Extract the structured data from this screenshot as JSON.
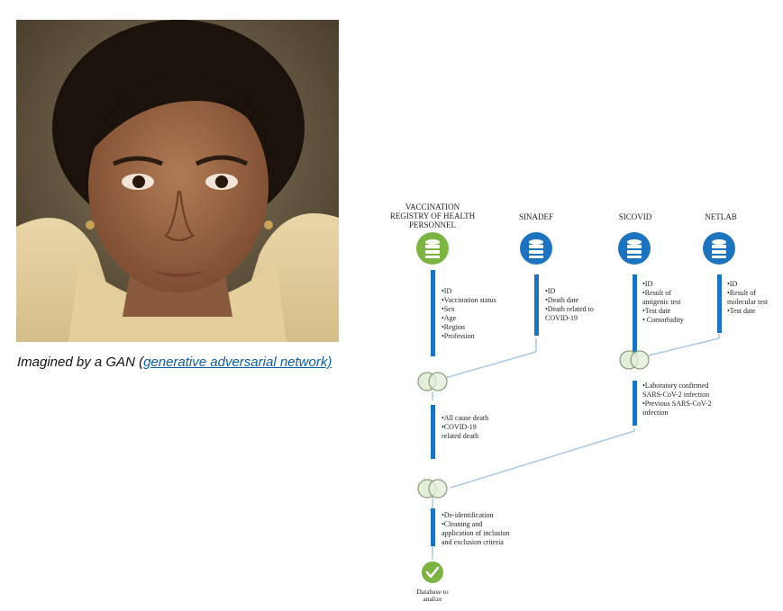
{
  "photo": {
    "alt": "Portrait of a woman wearing a cream scarf"
  },
  "caption": {
    "prefix": "Imagined by a GAN (",
    "link_text": "generative adversarial network)"
  },
  "diagram": {
    "sources": [
      {
        "title_lines": [
          "VACCINATION",
          "REGISTRY OF HEALTH",
          "PERSONNEL"
        ],
        "icon": "database-icon",
        "color": "#7cb342",
        "fields": [
          "•ID",
          "•Vaccination status",
          "•Sex",
          "•Age",
          "•Region",
          "•Profession"
        ]
      },
      {
        "title_lines": [
          "SINADEF"
        ],
        "icon": "database-icon",
        "color": "#1e73be",
        "fields": [
          "•ID",
          "•Death date",
          "•Death related to",
          "COVID-19"
        ]
      },
      {
        "title_lines": [
          "SICOVID"
        ],
        "icon": "database-icon",
        "color": "#1e73be",
        "fields": [
          "•ID",
          "•Result of",
          "antigenic test",
          "•Test date",
          "• Comorbidity"
        ]
      },
      {
        "title_lines": [
          "NETLAB"
        ],
        "icon": "database-icon",
        "color": "#1e73be",
        "fields": [
          "•ID",
          "•Result of",
          "molecular test",
          "•Test date"
        ]
      }
    ],
    "merge_labs_fields": [
      "•Laboratory confirmed",
      "SARS-CoV-2  infection",
      "•Previous SARS-CoV-2",
      "infection"
    ],
    "merge_one_fields": [
      "•All cause death",
      "•COVID-19",
      "related death"
    ],
    "final_fields": [
      "•De-identification",
      "•Cleaning and",
      "application of inclusion",
      "and exclusion criteria"
    ],
    "output_lines": [
      "Database to",
      "analize"
    ],
    "colors": {
      "green": "#7cb342",
      "blue": "#1e73be",
      "line": "#a9c8e4",
      "merge_fill": "#e3eed8",
      "merge_stroke": "#8a9a7a"
    }
  }
}
